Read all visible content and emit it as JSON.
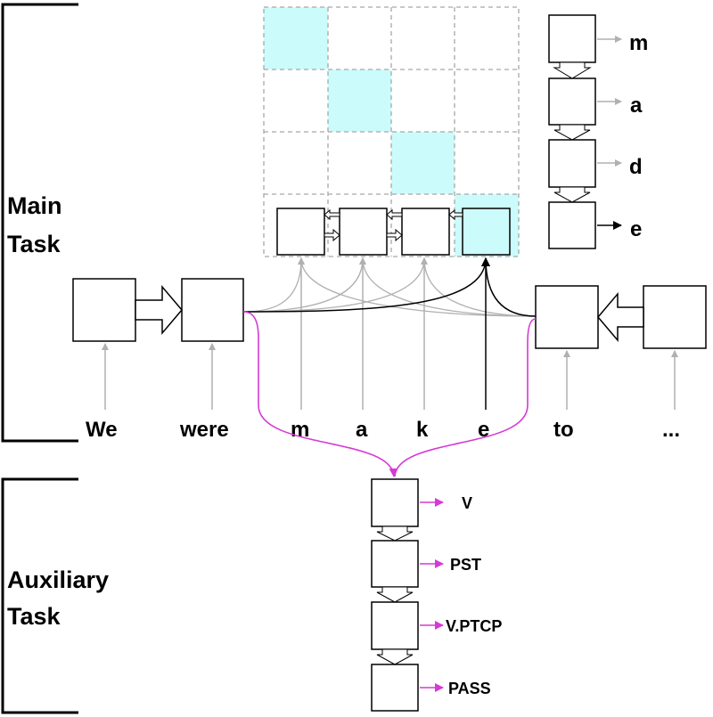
{
  "sections": {
    "main": [
      "Main",
      "Task"
    ],
    "auxiliary": [
      "Auxiliary",
      "Task"
    ]
  },
  "input_words": [
    "We",
    "were",
    "m",
    "a",
    "k",
    "e",
    "to",
    "..."
  ],
  "decoder_output": [
    "m",
    "a",
    "d",
    "e"
  ],
  "aux_tags": [
    "V",
    "PST",
    "V.PTCP",
    "PASS"
  ],
  "colors": {
    "attention_cell": "#ccfbfb",
    "grey_arrow": "#b0b0b0",
    "aux_arrow": "#d63ad6",
    "grid_line": "#a8a8a8"
  }
}
